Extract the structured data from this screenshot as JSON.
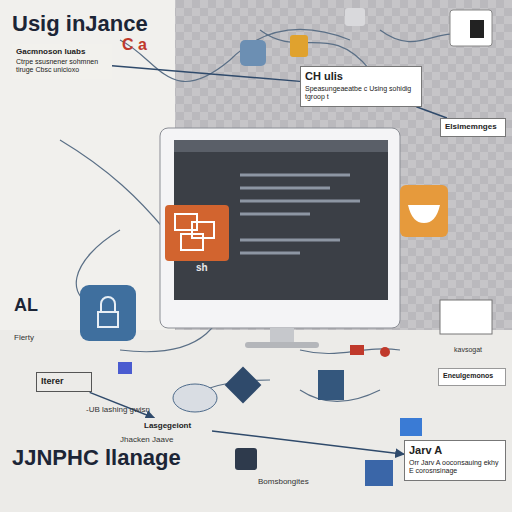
{
  "diagram": {
    "title": "Usig inJance",
    "nodes": [
      {
        "text": [
          "Gacmnoson luabs",
          "Ctrpe ssusnener sohmnen tiruge Cbsc unicioxo"
        ]
      },
      {
        "text": [
          "CH ulis",
          "Speasungeaeatbe c Using sohidig tgroop t"
        ]
      },
      {
        "text": [
          "Elsimemnges"
        ]
      },
      {
        "text": [
          "Iterer"
        ]
      },
      {
        "text": [
          "Lasgegeiont"
        ]
      },
      {
        "text": [
          "Jarv A",
          "Orr Jarv A ooconsauing ekhy E corosnsinage"
        ]
      },
      {
        "text": [
          "Eneulgemonos"
        ]
      }
    ],
    "edges": [
      {
        "from": 0,
        "to": 1,
        "arrow": "none"
      },
      {
        "from": 1,
        "to": 2,
        "arrow": "none"
      },
      {
        "from": 3,
        "to": 4,
        "arrow": "to"
      },
      {
        "from": 4,
        "to": 5,
        "arrow": "to"
      }
    ],
    "labels": [
      "C a",
      "AL",
      "Flerty",
      "JJNPHC llanage",
      "-UB lashing gwisn",
      "Jhacken Jaave",
      "Bomsbongites",
      "kavsogat",
      "sh"
    ]
  }
}
